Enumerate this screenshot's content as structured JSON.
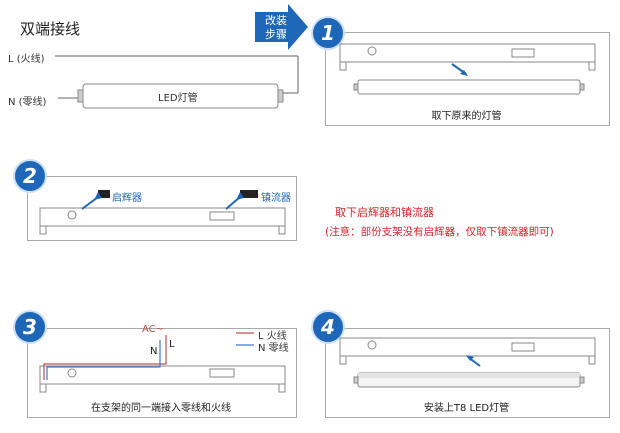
{
  "title": "双端接线",
  "wiring": {
    "live": "L (火线)",
    "neutral": "N (零线)",
    "tube": "LED灯管"
  },
  "tag": {
    "line1": "改装",
    "line2": "步骤"
  },
  "steps": [
    {
      "num": "1",
      "caption": "取下原来的灯管"
    },
    {
      "num": "2",
      "starter": "启辉器",
      "ballast": "镇流器"
    },
    {
      "num": "3",
      "ac": "AC~",
      "n": "N",
      "l": "L",
      "legend_l": "L 火线",
      "legend_n": "N 零线",
      "caption": "在支架的同一端接入零线和火线"
    },
    {
      "num": "4",
      "caption": "安装上T8 LED灯管"
    }
  ],
  "note": {
    "line1": "取下启辉器和镇流器",
    "line2": "(注意：部份支架没有启辉器，仅取下镇流器即可)"
  },
  "colors": {
    "blue": "#1e66b8",
    "red": "#d8242b",
    "brown": "#c0504d",
    "wire_blue": "#3a7bd5"
  }
}
